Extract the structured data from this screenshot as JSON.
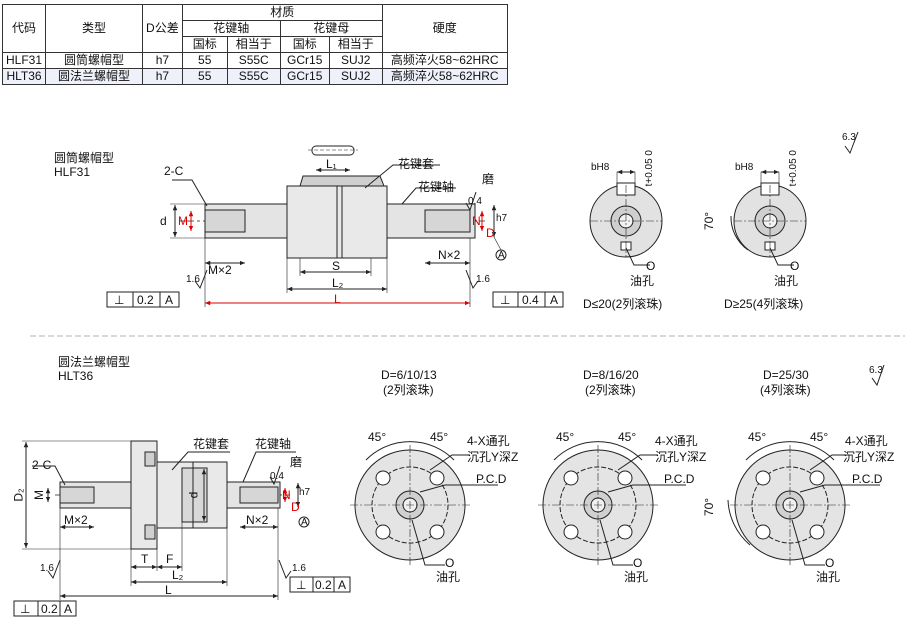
{
  "table": {
    "headers": {
      "code": "代码",
      "type": "类型",
      "tolerance": "D公差",
      "material": "材质",
      "shaft": "花键轴",
      "nut": "花键母",
      "gb": "国标",
      "equiv": "相当于",
      "hardness": "硬度"
    },
    "rows": [
      {
        "code": "HLF31",
        "type": "圆筒螺帽型",
        "tol": "h7",
        "shaft_gb": "55",
        "shaft_eq": "S55C",
        "nut_gb": "GCr15",
        "nut_eq": "SUJ2",
        "hardness": "高频淬火58~62HRC"
      },
      {
        "code": "HLT36",
        "type": "圆法兰螺帽型",
        "tol": "h7",
        "shaft_gb": "55",
        "shaft_eq": "S55C",
        "nut_gb": "GCr15",
        "nut_eq": "SUJ2",
        "hardness": "高频淬火58~62HRC"
      }
    ]
  },
  "hlf31": {
    "title": "圆筒螺帽型",
    "code": "HLF31",
    "c_label": "2-C",
    "sleeve": "花键套",
    "shaft": "花键轴",
    "grind": "磨",
    "l1": "L₁",
    "d": "d",
    "M": "M",
    "N": "N",
    "D": "D",
    "h7": "h7",
    "A": "A",
    "m2": "M×2",
    "n2": "N×2",
    "S": "S",
    "l2": "L₂",
    "L": "L",
    "r16": "1.6",
    "r04": "0.4",
    "tol_left": {
      "sym": "⊥",
      "val": "0.2",
      "ref": "A"
    },
    "tol_right": {
      "sym": "⊥",
      "val": "0.4",
      "ref": "A"
    }
  },
  "sections_top": {
    "bh8": "bH8",
    "t_tol": "t+0.05 0",
    "O": "O",
    "oil": "油孔",
    "angle": "70°",
    "cap_left": "D≤20(2列滚珠)",
    "cap_right": "D≥25(4列滚珠)",
    "rough": "6.3"
  },
  "hlt36": {
    "title": "圆法兰螺帽型",
    "code": "HLT36",
    "c_label": "2-C",
    "sleeve": "花键套",
    "shaft": "花键轴",
    "grind": "磨",
    "D2": "D₂",
    "M": "M",
    "d": "d",
    "N": "N",
    "D": "D",
    "h7": "h7",
    "A": "A",
    "m2": "M×2",
    "n2": "N×2",
    "T": "T",
    "F": "F",
    "l2": "L₂",
    "L": "L",
    "r16": "1.6",
    "r04": "0.4",
    "tol_bottom": {
      "sym": "⊥",
      "val": "0.2",
      "ref": "A"
    },
    "tol_right": {
      "sym": "⊥",
      "val": "0.2",
      "ref": "A"
    }
  },
  "flanges": {
    "a": {
      "title1": "D=6/10/13",
      "title2": "(2列滚珠)"
    },
    "b": {
      "title1": "D=8/16/20",
      "title2": "(2列滚珠)"
    },
    "c": {
      "title1": "D=25/30",
      "title2": "(4列滚珠)"
    },
    "deg45": "45°",
    "holes": "4-X通孔",
    "counter": "沉孔Y深Z",
    "pcd": "P.C.D",
    "O": "O",
    "oil": "油孔",
    "angle": "70°",
    "rough": "6.3"
  }
}
